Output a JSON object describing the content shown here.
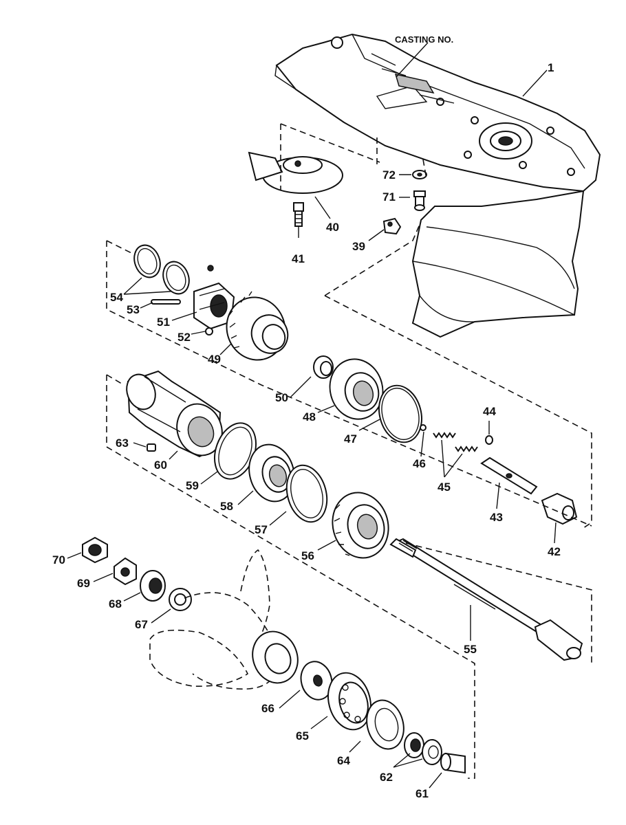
{
  "diagram": {
    "casting_label": "CASTING NO.",
    "callouts": [
      {
        "id": "c1",
        "text": "1"
      },
      {
        "id": "c72",
        "text": "72"
      },
      {
        "id": "c71",
        "text": "71"
      },
      {
        "id": "c40",
        "text": "40"
      },
      {
        "id": "c41",
        "text": "41"
      },
      {
        "id": "c39",
        "text": "39"
      },
      {
        "id": "c54",
        "text": "54"
      },
      {
        "id": "c53",
        "text": "53"
      },
      {
        "id": "c51",
        "text": "51"
      },
      {
        "id": "c52",
        "text": "52"
      },
      {
        "id": "c49",
        "text": "49"
      },
      {
        "id": "c50",
        "text": "50"
      },
      {
        "id": "c48",
        "text": "48"
      },
      {
        "id": "c47",
        "text": "47"
      },
      {
        "id": "c46",
        "text": "46"
      },
      {
        "id": "c45",
        "text": "45"
      },
      {
        "id": "c44",
        "text": "44"
      },
      {
        "id": "c43",
        "text": "43"
      },
      {
        "id": "c42",
        "text": "42"
      },
      {
        "id": "c63",
        "text": "63"
      },
      {
        "id": "c60",
        "text": "60"
      },
      {
        "id": "c59",
        "text": "59"
      },
      {
        "id": "c58",
        "text": "58"
      },
      {
        "id": "c57",
        "text": "57"
      },
      {
        "id": "c56",
        "text": "56"
      },
      {
        "id": "c55",
        "text": "55"
      },
      {
        "id": "c70",
        "text": "70"
      },
      {
        "id": "c69",
        "text": "69"
      },
      {
        "id": "c68",
        "text": "68"
      },
      {
        "id": "c67",
        "text": "67"
      },
      {
        "id": "c66",
        "text": "66"
      },
      {
        "id": "c65",
        "text": "65"
      },
      {
        "id": "c64",
        "text": "64"
      },
      {
        "id": "c62",
        "text": "62"
      },
      {
        "id": "c61",
        "text": "61"
      }
    ]
  }
}
